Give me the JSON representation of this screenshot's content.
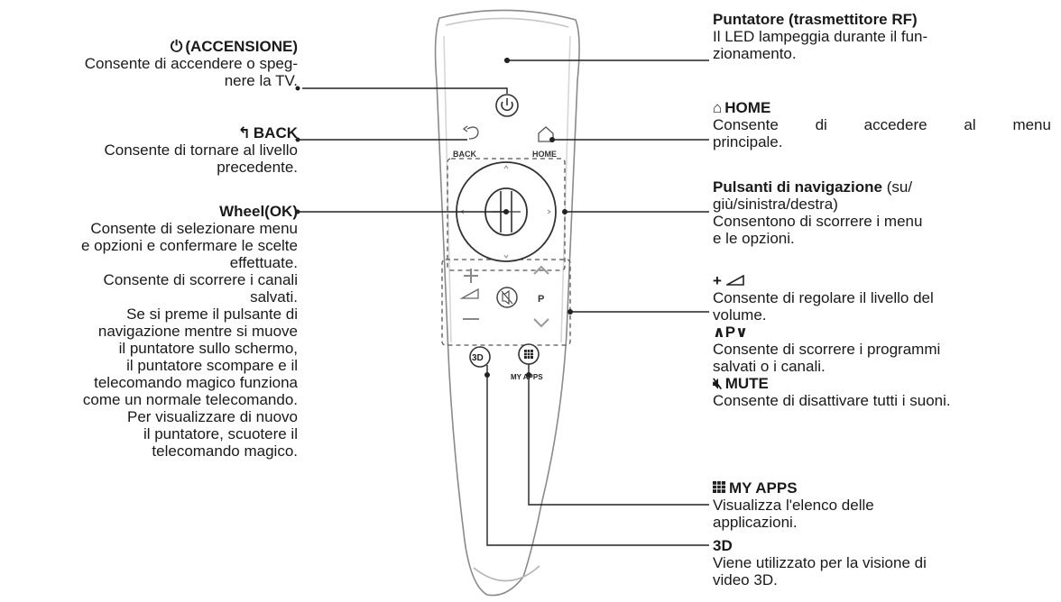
{
  "left": {
    "power": {
      "icon": "power-icon",
      "title": "(ACCENSIONE)",
      "lines": [
        "Consente di accendere o speg-",
        "nere la TV."
      ]
    },
    "back": {
      "icon": "back-arrow-icon",
      "title": "BACK",
      "lines": [
        "Consente di tornare al livello",
        "precedente."
      ]
    },
    "wheel": {
      "title": "Wheel(OK)",
      "lines": [
        "Consente di selezionare menu",
        "e opzioni e confermare le scelte",
        "effettuate.",
        "Consente di scorrere i canali",
        "salvati.",
        "Se si preme il pulsante di",
        "navigazione mentre si muove",
        "il puntatore sullo schermo,",
        "il puntatore scompare e il",
        "telecomando magico funziona",
        "come un normale telecomando.",
        "Per visualizzare di nuovo",
        "il puntatore, scuotere il",
        "telecomando magico."
      ]
    }
  },
  "right": {
    "pointer": {
      "title": "Puntatore (trasmettitore RF)",
      "lines": [
        "Il LED lampeggia durante il fun-",
        "zionamento."
      ]
    },
    "home": {
      "icon": "home-icon",
      "title": "HOME",
      "justify": [
        "Consente",
        "di",
        "accedere",
        "al",
        "menu"
      ],
      "lines": [
        "principale."
      ]
    },
    "nav": {
      "title": "Pulsanti di navigazione",
      "title_rest": "(su/",
      "lines": [
        "giù/sinistra/destra)",
        "Consentono di scorrere i menu",
        "e le opzioni."
      ]
    },
    "volume": {
      "title": "+",
      "icon": "volume-ramp-icon",
      "lines": [
        "Consente di regolare il livello del",
        "volume."
      ]
    },
    "program": {
      "title": "∧P∨",
      "lines": [
        "Consente di scorrere i programmi",
        "salvati o i canali."
      ]
    },
    "mute": {
      "icon": "mute-icon",
      "title": "MUTE",
      "lines": [
        "Consente di disattivare tutti i suoni."
      ]
    },
    "myapps": {
      "icon": "grid-apps-icon",
      "title": "MY APPS",
      "lines": [
        "Visualizza l'elenco delle",
        "applicazioni."
      ]
    },
    "threed": {
      "title": "3D",
      "lines": [
        "Viene utilizzato per la visione di",
        "video 3D."
      ]
    }
  },
  "remote": {
    "back_label": "BACK",
    "home_label": "HOME",
    "p_label": "P",
    "threed_label": "3D",
    "myapps_label": "MY APPS"
  }
}
